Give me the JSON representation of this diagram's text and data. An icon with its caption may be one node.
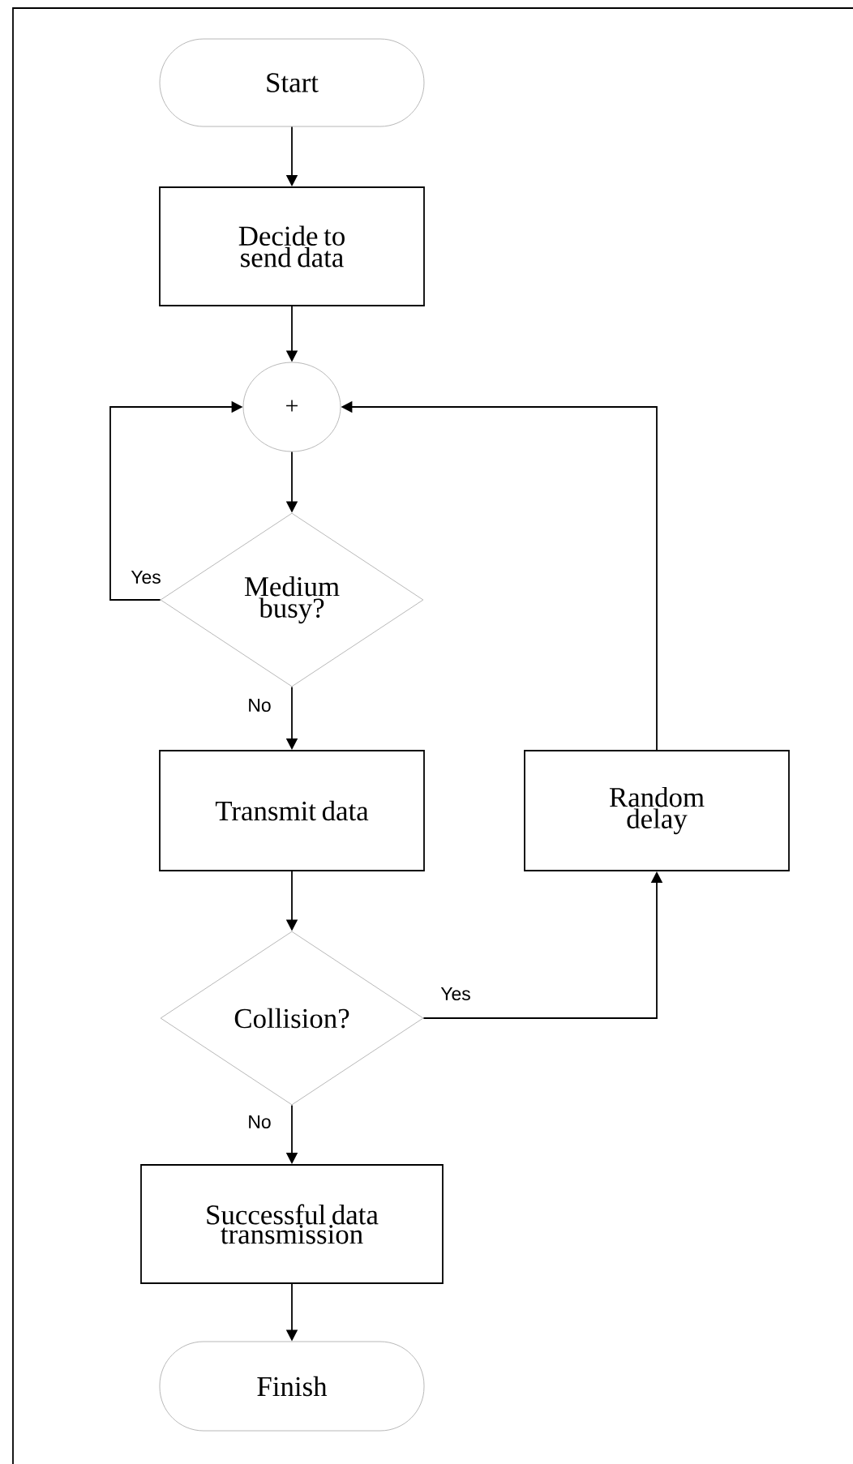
{
  "diagram": {
    "nodes": [
      {
        "text": [
          "Start"
        ]
      },
      {
        "text": [
          "Decide to send data"
        ]
      },
      {
        "text": [
          "+"
        ]
      },
      {
        "text": [
          "Medium busy?"
        ]
      },
      {
        "text": [
          "Transmit data"
        ]
      },
      {
        "text": [
          "Collision?"
        ]
      },
      {
        "text": [
          "Random delay"
        ]
      },
      {
        "text": [
          "Successful data transmission"
        ]
      },
      {
        "text": [
          "Finish"
        ]
      }
    ],
    "edges": [
      {
        "from": 0,
        "to": 1,
        "arrow": "to"
      },
      {
        "from": 1,
        "to": 2,
        "arrow": "to"
      },
      {
        "from": 3,
        "to": 2,
        "arrow": "to",
        "label": "Yes"
      },
      {
        "from": 3,
        "to": 4,
        "arrow": "to",
        "label": "No"
      },
      {
        "from": 4,
        "to": 5,
        "arrow": "to"
      },
      {
        "from": 5,
        "to": 6,
        "arrow": "to",
        "label": "Yes"
      },
      {
        "from": 6,
        "to": 2,
        "arrow": "to"
      },
      {
        "from": 5,
        "to": 7,
        "arrow": "to",
        "label": "No"
      },
      {
        "from": 7,
        "to": 8,
        "arrow": "to"
      },
      {
        "from": 2,
        "to": 3,
        "arrow": "to"
      }
    ]
  }
}
